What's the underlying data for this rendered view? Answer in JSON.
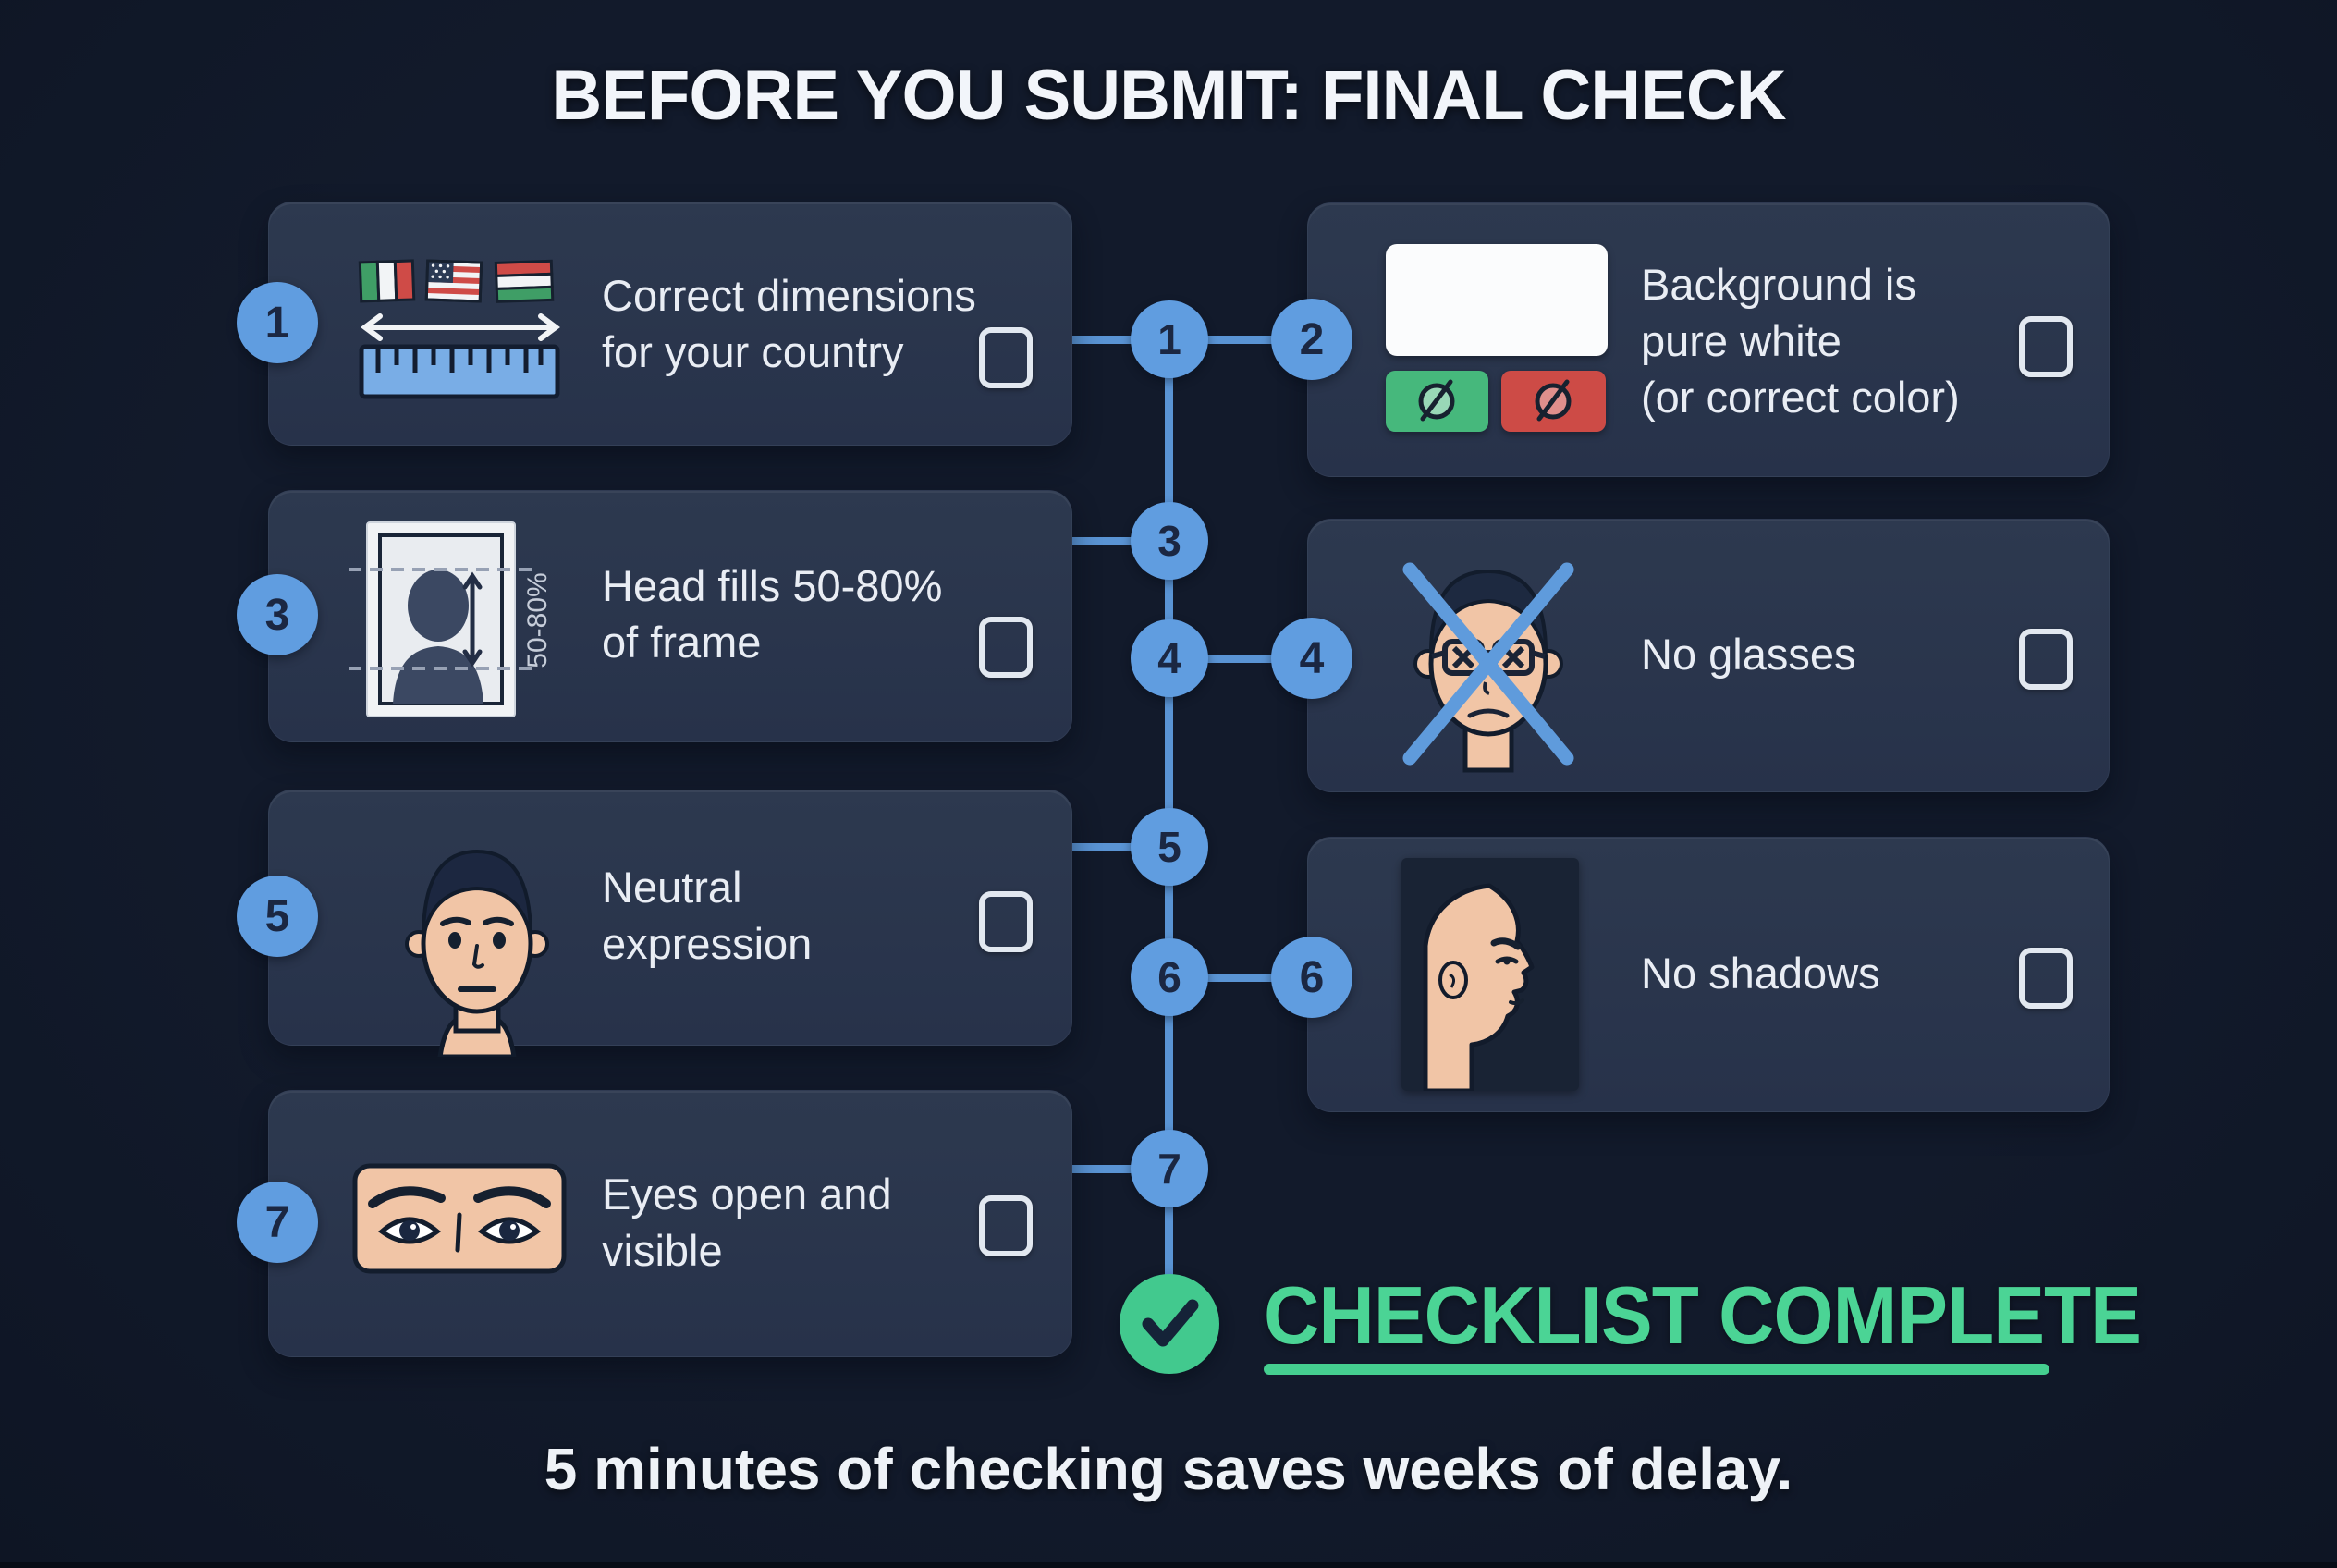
{
  "title": "BEFORE YOU SUBMIT: FINAL CHECK",
  "tagline": "5 minutes of checking saves weeks of delay.",
  "complete": {
    "label": "CHECKLIST COMPLETE"
  },
  "checklist": [
    {
      "num": "1",
      "icon": "flags-ruler-icon",
      "label": "Correct dimensions for your country",
      "lines": [
        "Correct dimensions",
        "for your country"
      ],
      "checked": false
    },
    {
      "num": "2",
      "icon": "white-background-swatches-icon",
      "label": "Background is pure white (or correct color)",
      "lines": [
        "Background is",
        "pure white",
        "(or correct color)"
      ],
      "checked": false
    },
    {
      "num": "3",
      "icon": "head-frame-icon",
      "label": "Head fills 50-80% of frame",
      "lines": [
        "Head fills 50-80%",
        "of frame"
      ],
      "annotation": "50-80%",
      "checked": false
    },
    {
      "num": "4",
      "icon": "no-glasses-face-icon",
      "label": "No glasses",
      "lines": [
        "No glasses"
      ],
      "checked": false
    },
    {
      "num": "5",
      "icon": "neutral-face-icon",
      "label": "Neutral expression",
      "lines": [
        "Neutral",
        "expression"
      ],
      "checked": false
    },
    {
      "num": "6",
      "icon": "profile-face-icon",
      "label": "No shadows",
      "lines": [
        "No shadows"
      ],
      "checked": false
    },
    {
      "num": "7",
      "icon": "eyes-icon",
      "label": "Eyes open and visible",
      "lines": [
        "Eyes open and",
        "visible"
      ],
      "checked": false
    }
  ],
  "colors": {
    "background": "#121a2b",
    "card": "#2a3649",
    "accent_blue": "#5f9bdc",
    "line_blue": "#5a94d4",
    "text": "#e9edf4",
    "green": "#42c98e",
    "complete_green": "#4bd495",
    "swatch_green": "#46b87c",
    "swatch_red": "#cd4b46",
    "skin": "#f1c5a6",
    "hair": "#1d2940"
  }
}
